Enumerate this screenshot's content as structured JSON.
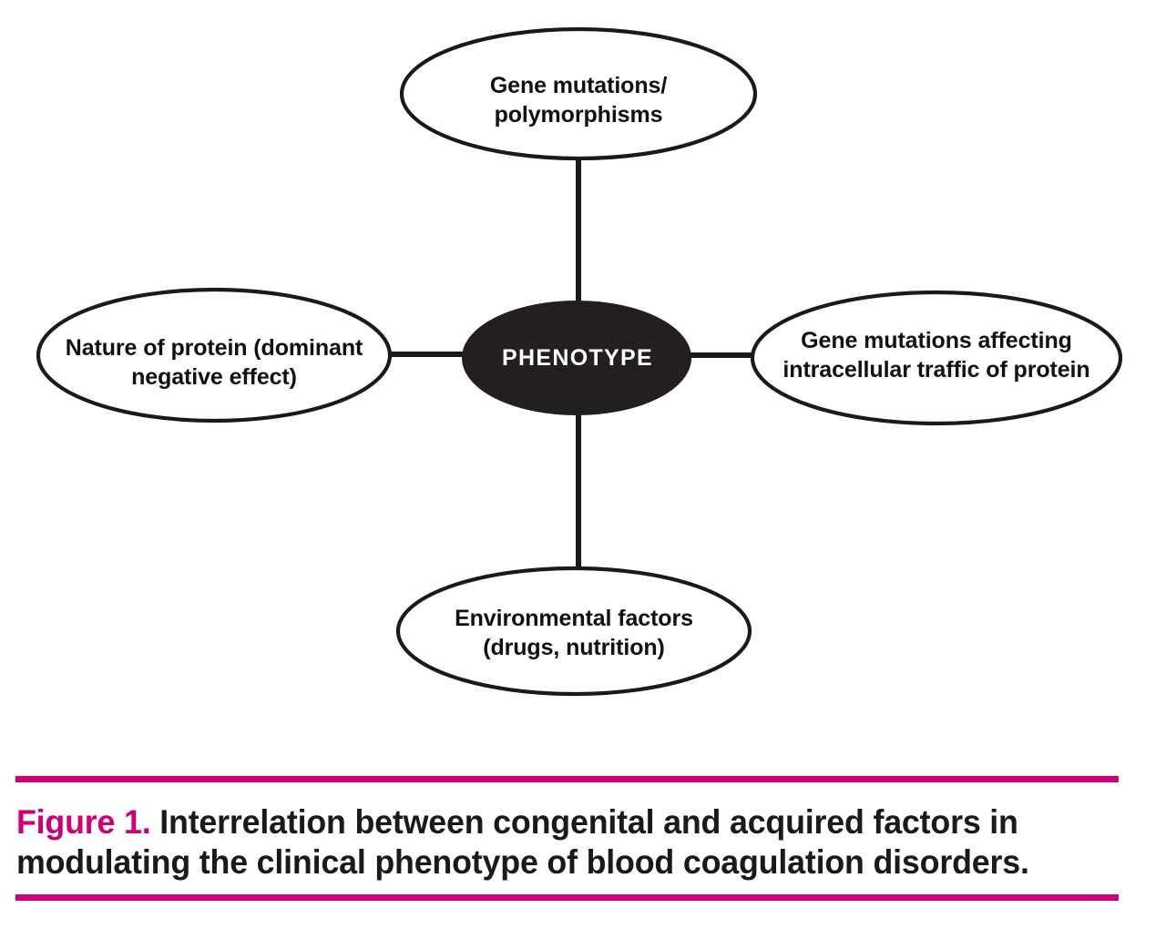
{
  "figure": {
    "caption_label": "Figure 1.",
    "caption_body": " Interrelation between congenital and acquired factors in modulating the clinical phenotype of blood coagulation disorders.",
    "rule_color": "#cc0077",
    "label_color": "#cc0077",
    "body_color": "#1a1a1a"
  },
  "diagram": {
    "type": "hub-and-spoke concept map",
    "center": {
      "id": "phenotype",
      "label": "PHENOTYPE",
      "fill": "#231f20",
      "text_color": "#ffffff"
    },
    "nodes": [
      {
        "id": "gene-mutations-polymorphisms",
        "position": "top",
        "lines": [
          "Gene mutations/",
          "polymorphisms"
        ],
        "fill": "#ffffff",
        "stroke": "#1a1a1a"
      },
      {
        "id": "nature-of-protein",
        "position": "left",
        "lines": [
          "Nature of protein (dominant",
          "negative effect)"
        ],
        "fill": "#ffffff",
        "stroke": "#1a1a1a"
      },
      {
        "id": "intracellular-traffic",
        "position": "right",
        "lines": [
          "Gene mutations affecting",
          "intracellular traffic of protein"
        ],
        "fill": "#ffffff",
        "stroke": "#1a1a1a"
      },
      {
        "id": "environmental-factors",
        "position": "bottom",
        "lines": [
          "Environmental factors",
          "(drugs, nutrition)"
        ],
        "fill": "#ffffff",
        "stroke": "#1a1a1a"
      }
    ],
    "connectors": [
      {
        "from": "gene-mutations-polymorphisms",
        "to": "phenotype",
        "orientation": "vertical"
      },
      {
        "from": "nature-of-protein",
        "to": "phenotype",
        "orientation": "horizontal"
      },
      {
        "from": "phenotype",
        "to": "intracellular-traffic",
        "orientation": "horizontal"
      },
      {
        "from": "phenotype",
        "to": "environmental-factors",
        "orientation": "vertical"
      }
    ]
  }
}
